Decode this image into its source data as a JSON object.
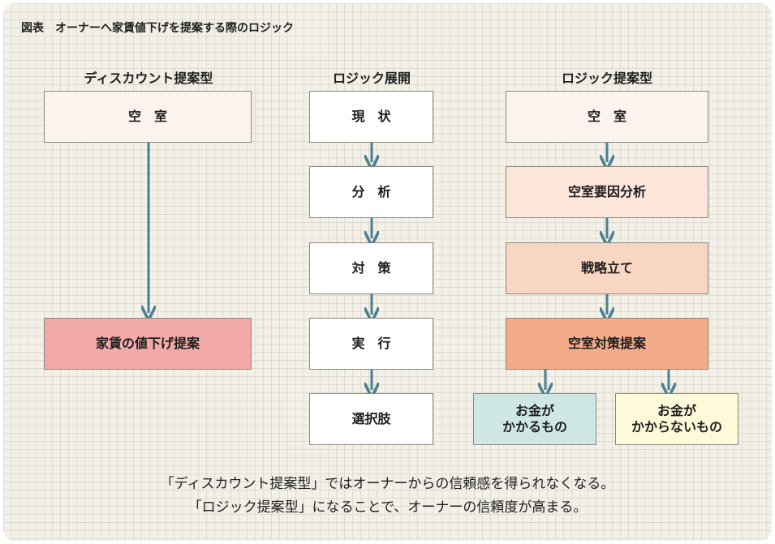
{
  "figure_title": "図表　オーナーへ家賃値下げを提案する際のロジック",
  "columns": {
    "discount": {
      "heading": "ディスカウント提案型",
      "boxes": [
        "空　室",
        "家賃の値下げ提案"
      ]
    },
    "logic_flow": {
      "heading": "ロジック展開",
      "boxes": [
        "現　状",
        "分　析",
        "対　策",
        "実　行",
        "選択肢"
      ]
    },
    "logic_proposal": {
      "heading": "ロジック提案型",
      "boxes": [
        "空　室",
        "空室要因分析",
        "戦略立て",
        "空室対策提案"
      ],
      "options": [
        {
          "line1": "お金が",
          "line2": "かかるもの"
        },
        {
          "line1": "お金が",
          "line2": "かからないもの"
        }
      ]
    }
  },
  "notes": [
    "「ディスカウント提案型」ではオーナーからの信頼感を得られなくなる。",
    "「ロジック提案型」になることで、オーナーの信頼度が高まる。"
  ],
  "colors": {
    "arrow": "#4a8090",
    "box_border": "#8a8780",
    "background": "#f3f0e7",
    "discount_result": "#f1aaa7",
    "proposal_final": "#f3ab8a",
    "option_cost": "#cfe7e4",
    "option_free": "#fdf9d9"
  }
}
